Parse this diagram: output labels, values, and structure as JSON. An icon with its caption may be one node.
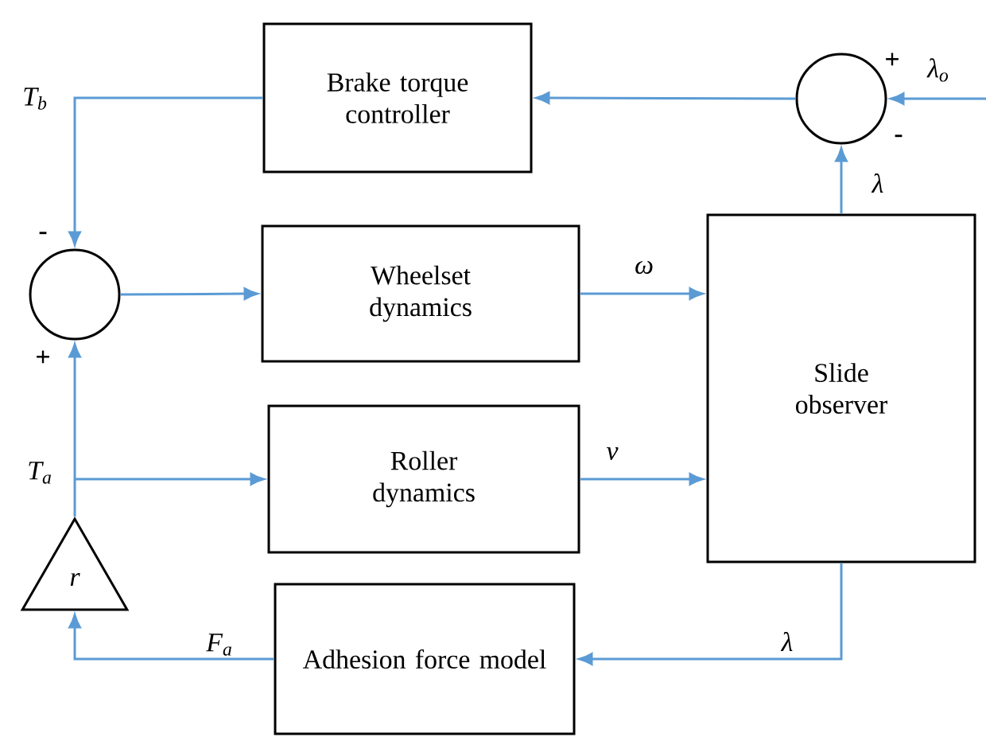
{
  "diagram": {
    "nodes": [
      {
        "text": [
          "Brake torque controller"
        ]
      },
      {
        "text": [],
        "shape": "circle",
        "beside": [
          "+",
          "-"
        ]
      },
      {
        "text": [],
        "shape": "circle",
        "beside": [
          "-",
          "+"
        ]
      },
      {
        "text": [
          "Wheelset dynamics"
        ]
      },
      {
        "text": [
          "Slide observer"
        ]
      },
      {
        "text": [
          "Roller dynamics"
        ]
      },
      {
        "text": [
          "r"
        ]
      },
      {
        "text": [
          "Adhesion force model"
        ]
      }
    ],
    "edges": [
      {
        "from": 0,
        "to": 2,
        "arrow": "to",
        "label": "T$_{b}$"
      },
      {
        "from": 1,
        "to": 0,
        "arrow": "to"
      },
      {
        "from": null,
        "to": 1,
        "arrow": "to",
        "label": "λ$_{o}$"
      },
      {
        "from": 4,
        "to": 1,
        "arrow": "to",
        "label": "λ"
      },
      {
        "from": 2,
        "to": 3,
        "arrow": "to"
      },
      {
        "from": 3,
        "to": 4,
        "arrow": "to",
        "label": "ω"
      },
      {
        "from": 6,
        "to": 2,
        "arrow": "to"
      },
      {
        "from": 6,
        "to": 5,
        "arrow": "to",
        "label": "T$_{a}$"
      },
      {
        "from": 5,
        "to": 4,
        "arrow": "to",
        "label": "ν"
      },
      {
        "from": 4,
        "to": 7,
        "arrow": "to",
        "label": "λ"
      },
      {
        "from": 7,
        "to": 6,
        "arrow": "to",
        "label": "F$_{a}$"
      }
    ]
  }
}
